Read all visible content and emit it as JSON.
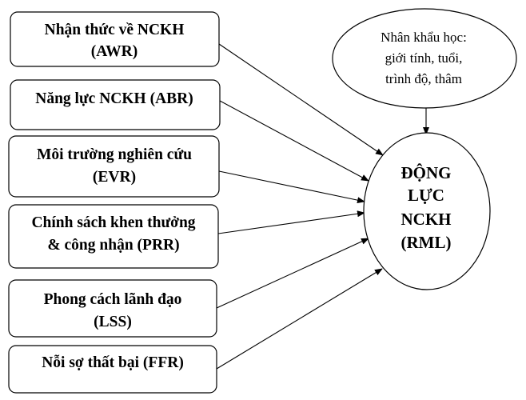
{
  "factors": [
    {
      "lines": [
        "Nhận thức về NCKH",
        "(AWR)"
      ]
    },
    {
      "lines": [
        "Năng lực NCKH (ABR)"
      ]
    },
    {
      "lines": [
        "Môi trường nghiên cứu",
        "(EVR)"
      ]
    },
    {
      "lines": [
        "Chính sách khen thưởng",
        "& công nhận (PRR)"
      ]
    },
    {
      "lines": [
        "Phong cách lãnh đạo",
        "(LSS)"
      ]
    },
    {
      "lines": [
        "Nỗi sợ thất bại (FFR)"
      ]
    }
  ],
  "demographics": {
    "lines": [
      "Nhân khẩu học:",
      "giới tính, tuổi,",
      "trình độ, thâm"
    ]
  },
  "outcome": {
    "lines": [
      "ĐỘNG",
      "LỰC",
      "NCKH",
      "(RML)"
    ]
  }
}
